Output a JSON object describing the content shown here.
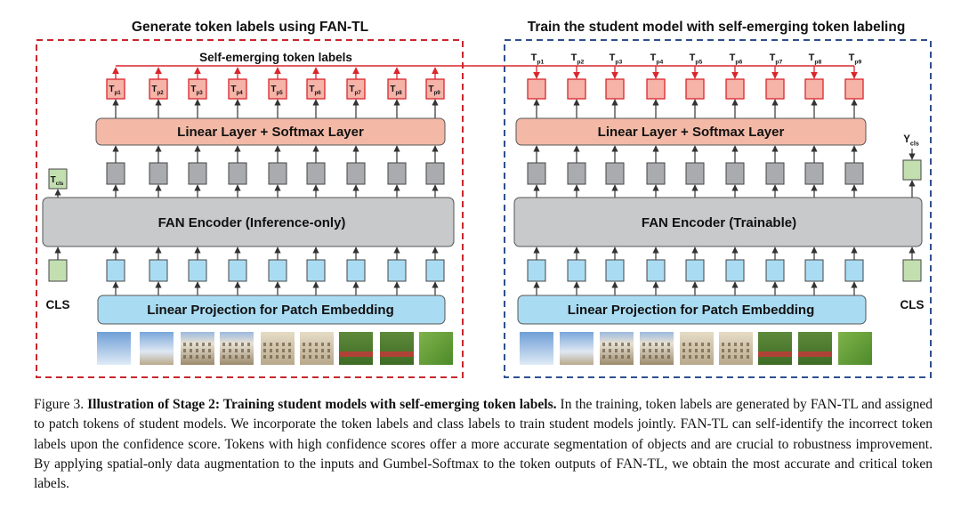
{
  "figure": {
    "left_panel": {
      "title": "Generate token labels using FAN-TL",
      "banner": "Self-emerging token labels",
      "linear_softmax": "Linear Layer + Softmax Layer",
      "encoder": "FAN Encoder (Inference-only)",
      "projection": "Linear Projection for Patch Embedding",
      "cls_out_main": "T",
      "cls_out_sub": "cls",
      "cls_in": "CLS",
      "token_main": "T",
      "token_subs": [
        "p1",
        "p2",
        "p3",
        "p4",
        "p5",
        "p6",
        "p7",
        "p8",
        "p9"
      ]
    },
    "right_panel": {
      "title": "Train the student model with self-emerging token labeling",
      "linear_softmax": "Linear Layer + Softmax Layer",
      "encoder": "FAN Encoder (Trainable)",
      "projection": "Linear Projection for Patch Embedding",
      "cls_out_main": "Y",
      "cls_out_sub": "cls",
      "cls_in": "CLS",
      "token_main": "T",
      "token_subs": [
        "p1",
        "p2",
        "p3",
        "p4",
        "p5",
        "p6",
        "p7",
        "p8",
        "p9"
      ]
    },
    "patch_thumbnails": [
      "sky",
      "sky-building",
      "building-left",
      "building-mid",
      "building-facade",
      "building-right",
      "garden-flowers",
      "garden-hedge",
      "lawn"
    ],
    "colors": {
      "left_border": "#c9262d",
      "right_border": "#2f4f8f",
      "red_token_fill": "#f6b3a8",
      "red_token_stroke": "#d9262d",
      "linear_fill": "#f3b9a6",
      "encoder_fill": "#c8c9cb",
      "gray_token_fill": "#a9abae",
      "blue_token_fill": "#a9dcf3",
      "projection_fill": "#a9dcf3",
      "green_fill": "#c3dfb0",
      "arrow_red": "#d9262d"
    }
  },
  "caption": {
    "figure_label": "Figure 3.",
    "bold_title": "Illustration of Stage 2: Training student models with self-emerging token labels.",
    "body": "In the training, token labels are generated by FAN-TL and assigned to patch tokens of student models. We incorporate the token labels and class labels to train student models jointly. FAN-TL can self-identify the incorrect token labels upon the confidence score. Tokens with high confidence scores offer a more accurate segmentation of objects and are crucial to robustness improvement. By applying spatial-only data augmentation to the inputs and Gumbel-Softmax to the token outputs of FAN-TL, we obtain the most accurate and critical token labels."
  }
}
